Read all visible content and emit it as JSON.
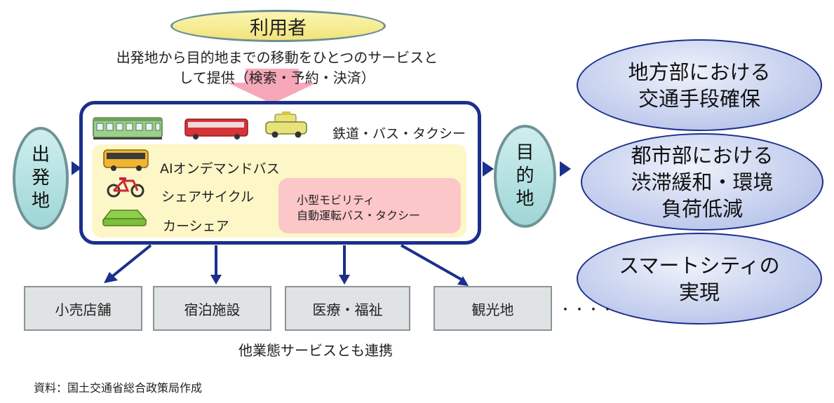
{
  "user": {
    "label": "利用者"
  },
  "caption": {
    "line1": "出発地から目的地までの移動をひとつのサービスと",
    "line2": "して提供（検索・予約・決済）"
  },
  "origin": {
    "label": "出\n発\n地"
  },
  "destination": {
    "label": "目\n的\n地"
  },
  "modes": {
    "rail_bus_taxi": "鉄道・バス・タクシー",
    "ai_bus": "AIオンデマンドバス",
    "bike_share": "シェアサイクル",
    "car_share": "カーシェア",
    "small_mobility": "小型モビリティ",
    "autonomous": "自動運転バス・タクシー"
  },
  "goals": [
    {
      "text": "地方部における\n交通手段確保"
    },
    {
      "text": "都市部における\n渋滞緩和・環境\n負荷低減"
    },
    {
      "text": "スマートシティの\n実現"
    }
  ],
  "businesses": [
    "小売店舗",
    "宿泊施設",
    "医療・福祉",
    "観光地"
  ],
  "ellipsis": "・・・・",
  "business_caption": "他業態サービスとも連携",
  "source": "資料：国土交通省総合政策局作成",
  "colors": {
    "navy": "#1c2f8c",
    "pink_arrow": "#f7a8b8",
    "yellow": "#fdf6c6",
    "pink": "#fcc7c9"
  }
}
